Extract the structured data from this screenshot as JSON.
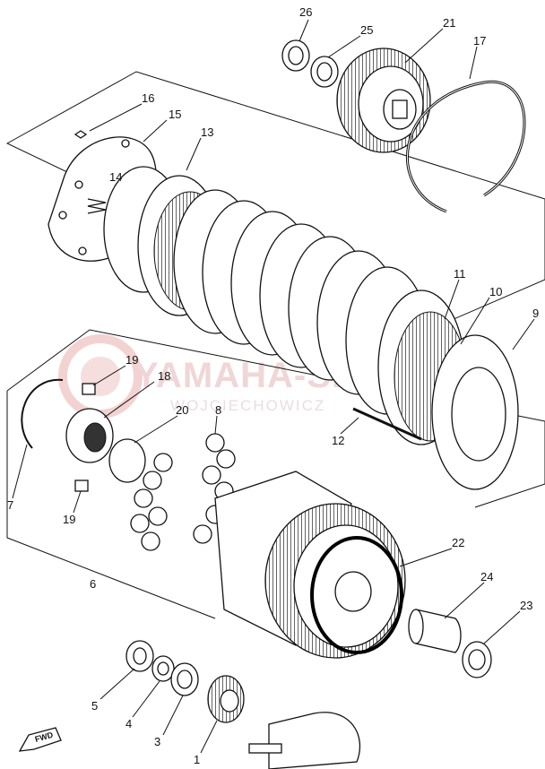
{
  "watermark": {
    "brand": "YAMAHA-SKLEP.PL",
    "subtitle": "WOJCIECHOWICZ"
  },
  "fwd_label": "FWD",
  "callouts": [
    {
      "id": "26",
      "label": "26"
    },
    {
      "id": "25",
      "label": "25"
    },
    {
      "id": "21",
      "label": "21"
    },
    {
      "id": "17",
      "label": "17"
    },
    {
      "id": "16",
      "label": "16"
    },
    {
      "id": "15",
      "label": "15"
    },
    {
      "id": "13",
      "label": "13"
    },
    {
      "id": "14",
      "label": "14"
    },
    {
      "id": "11",
      "label": "11"
    },
    {
      "id": "10",
      "label": "10"
    },
    {
      "id": "9",
      "label": "9"
    },
    {
      "id": "19a",
      "label": "19"
    },
    {
      "id": "18",
      "label": "18"
    },
    {
      "id": "20",
      "label": "20"
    },
    {
      "id": "8",
      "label": "8"
    },
    {
      "id": "12",
      "label": "12"
    },
    {
      "id": "7",
      "label": "7"
    },
    {
      "id": "19b",
      "label": "19"
    },
    {
      "id": "6",
      "label": "6"
    },
    {
      "id": "22",
      "label": "22"
    },
    {
      "id": "24",
      "label": "24"
    },
    {
      "id": "23",
      "label": "23"
    },
    {
      "id": "5",
      "label": "5"
    },
    {
      "id": "4",
      "label": "4"
    },
    {
      "id": "3",
      "label": "3"
    },
    {
      "id": "1",
      "label": "1"
    }
  ],
  "highlight_color": "#000000"
}
